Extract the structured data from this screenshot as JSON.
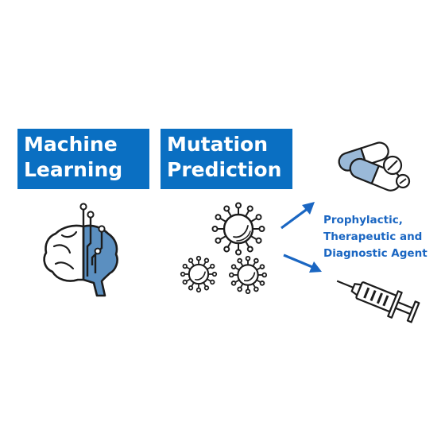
{
  "labels": {
    "machine_learning": [
      "Machine",
      "Learning"
    ],
    "mutation_prediction": [
      "Mutation",
      "Prediction"
    ],
    "agent": [
      "Prophylactic,",
      "Therapeutic and",
      "Diagnostic Agent"
    ]
  },
  "colors": {
    "box_blue": "#0a6fc2",
    "accent_blue": "#1a66c2",
    "icon_fill_blue": "#5b8fc0",
    "pill_fill_blue": "#9ab9d8",
    "line_dark": "#1c1c1c"
  },
  "icons": {
    "brain": "brain-circuit-icon",
    "virus": "virus-icon",
    "arrow": "arrow-icon",
    "pills": "pills-icon",
    "syringe": "syringe-icon"
  }
}
